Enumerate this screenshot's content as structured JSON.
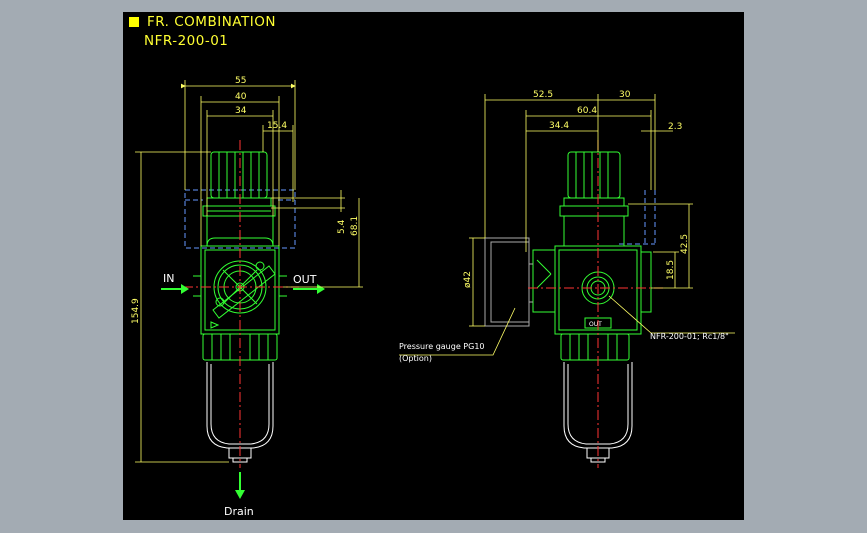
{
  "title": "FR. COMBINATION",
  "model": "NFR-200-01",
  "colors": {
    "background": "#000000",
    "frame": "#a3abb3",
    "body_lines": "#33ff33",
    "dimension_lines": "#ffff66",
    "center_lines": "#ff3333",
    "hidden_lines": "#6699ff",
    "title": "#ffff33"
  },
  "front_view": {
    "dimensions": {
      "width_55": "55",
      "width_40": "40",
      "width_34": "34",
      "offset_15_4": "15.4",
      "height_5_4": "5.4",
      "height_68_1": "68.1",
      "overall_154_9": "154.9"
    },
    "port_in": "IN",
    "port_out": "OUT",
    "drain": "Drain"
  },
  "side_view": {
    "dimensions": {
      "width_52_5": "52.5",
      "width_30": "30",
      "width_60_4": "60.4",
      "width_34_4": "34.4",
      "offset_2_3": "2.3",
      "height_42_5": "42.5",
      "height_18_5": "18.5",
      "gauge_dia": "ø42"
    },
    "gauge_note": "Pressure gauge PG10",
    "gauge_note_option": "(Option)",
    "port_note": "NFR-200-01; Rc1/8\"",
    "out_label": "OUT"
  }
}
